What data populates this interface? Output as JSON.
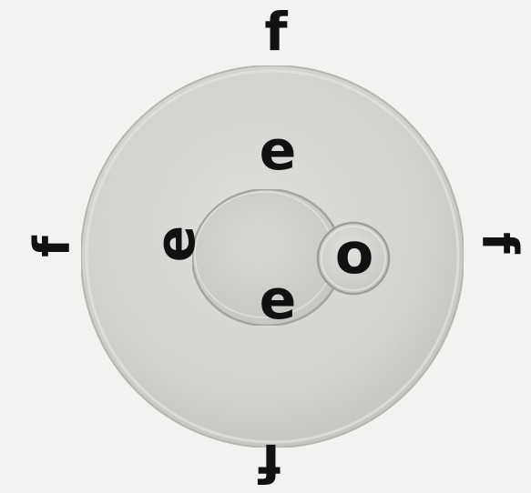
{
  "labels": {
    "f_top": "f",
    "f_left": "f",
    "f_right": "f",
    "f_bottom": "f",
    "e_top": "e",
    "e_left": "e",
    "e_bottom": "e",
    "o": "o"
  },
  "colors": {
    "background": "#f2f2f0",
    "disc": "#d8d8d5",
    "disc_edge": "#bdbdb8",
    "inner_body": "#d2d2cf",
    "label": "#111111"
  }
}
